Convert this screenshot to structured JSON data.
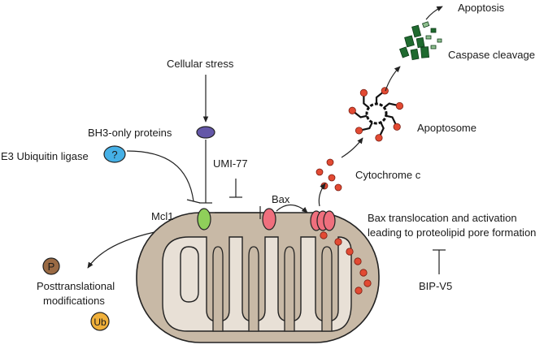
{
  "labels": {
    "apoptosis": "Apoptosis",
    "caspase_cleavage": "Caspase cleavage",
    "apoptosome": "Apoptosome",
    "cytochrome_c": "Cytochrome c",
    "cellular_stress": "Cellular stress",
    "bh3_only_proteins": "BH3-only proteins",
    "e3_ubiquitin_ligase": "E3 Ubiquitin ligase",
    "umi77": "UMI-77",
    "bax": "Bax",
    "mcl1": "Mcl1",
    "bax_translocation_line1": "Bax translocation and activation",
    "bax_translocation_line2": "leading to proteolipid pore formation",
    "bip_v5": "BIP-V5",
    "posttranslational_line1": "Posttranslational",
    "posttranslational_line2": "modifications",
    "phospho_badge": "P",
    "ubiquitin_badge": "Ub",
    "unknown_badge": "?"
  },
  "colors": {
    "mito_outer": "#c8b9a6",
    "mito_inner": "#e8e0d6",
    "bh3": "#6457a8",
    "e3": "#45b0e6",
    "mcl1": "#8fcf5a",
    "bax": "#ef6f7d",
    "cytochrome": "#e24a33",
    "caspase": "#1f6a2f",
    "phospho": "#9a6a44",
    "ubiquitin": "#f0b03a"
  }
}
